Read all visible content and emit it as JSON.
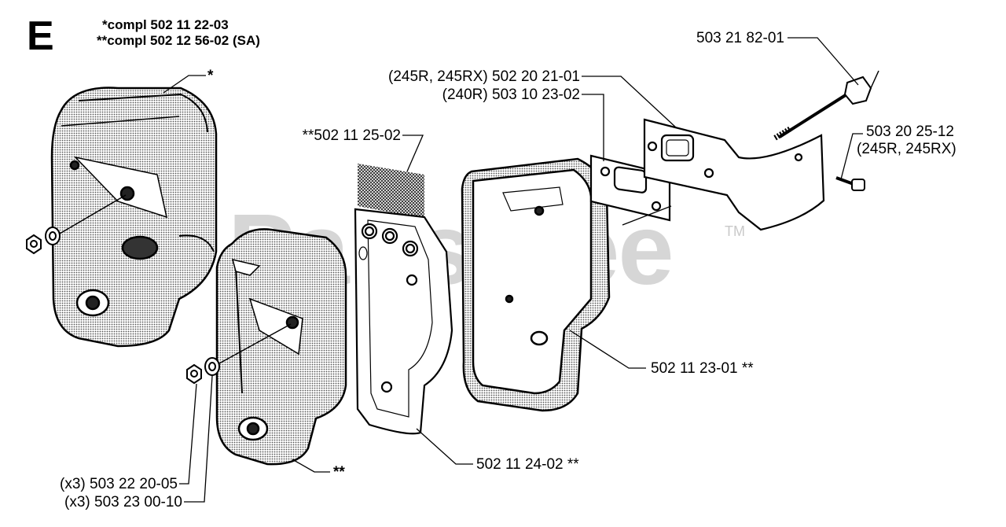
{
  "section_letter": "E",
  "assembly_notes": [
    "*compl 502 11 22-03",
    "**compl 502 12 56-02 (SA)"
  ],
  "watermark": {
    "text": "PartsTree",
    "trademark": "TM"
  },
  "part_labels": {
    "bolt": "503 21 82-01",
    "flange_245": "(245R, 245RX) 502 20 21-01",
    "gasket_240": "(240R) 503 10 23-02",
    "screen": "**502 11 25-02",
    "screw_code": "503 20 25-12",
    "screw_models": "(245R, 245RX)",
    "muffler_top": "*",
    "muffler_body": "502 11 23-01 **",
    "plate": "502 11 24-02 **",
    "cover_bottom": "**",
    "nut": "(x3) 503 22 20-05",
    "washer": "(x3) 503 23 00-10"
  }
}
